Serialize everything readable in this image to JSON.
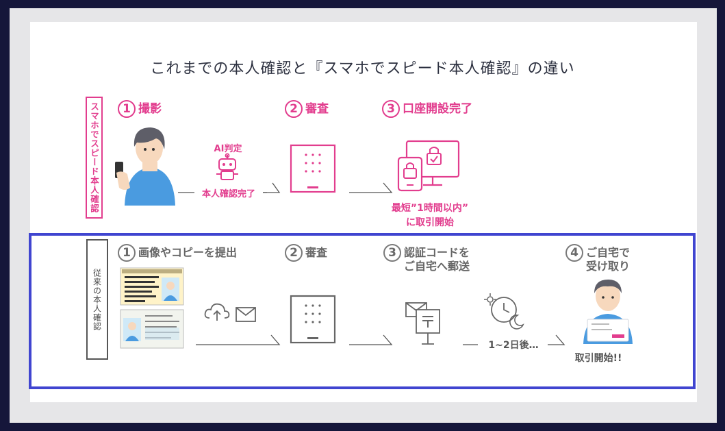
{
  "title": "これまでの本人確認と『スマホでスピード本人確認』の違い",
  "speed_row": {
    "label": "スマホでスピード本人確認",
    "steps": [
      {
        "num": "1",
        "label": "撮影"
      },
      {
        "num": "2",
        "label": "審査"
      },
      {
        "num": "3",
        "label": "口座開設完了"
      }
    ],
    "ai_label": "AI判定",
    "ai_done": "本人確認完了",
    "result_line1": "最短”1時間以内”",
    "result_line2": "に取引開始"
  },
  "conventional_row": {
    "label": "従来の本人確認",
    "steps": [
      {
        "num": "1",
        "label": "画像やコピーを提出"
      },
      {
        "num": "2",
        "label": "審査"
      },
      {
        "num": "3",
        "label": "認証コードを\nご自宅へ郵送"
      },
      {
        "num": "4",
        "label": "ご自宅で\n受け取り"
      }
    ],
    "wait": "1~2日後…",
    "result": "取引開始!!"
  },
  "colors": {
    "accent_pink": "#e23d8e",
    "highlight_blue": "#4045d0",
    "person_blue": "#4a9be0",
    "line_gray": "#555555"
  }
}
